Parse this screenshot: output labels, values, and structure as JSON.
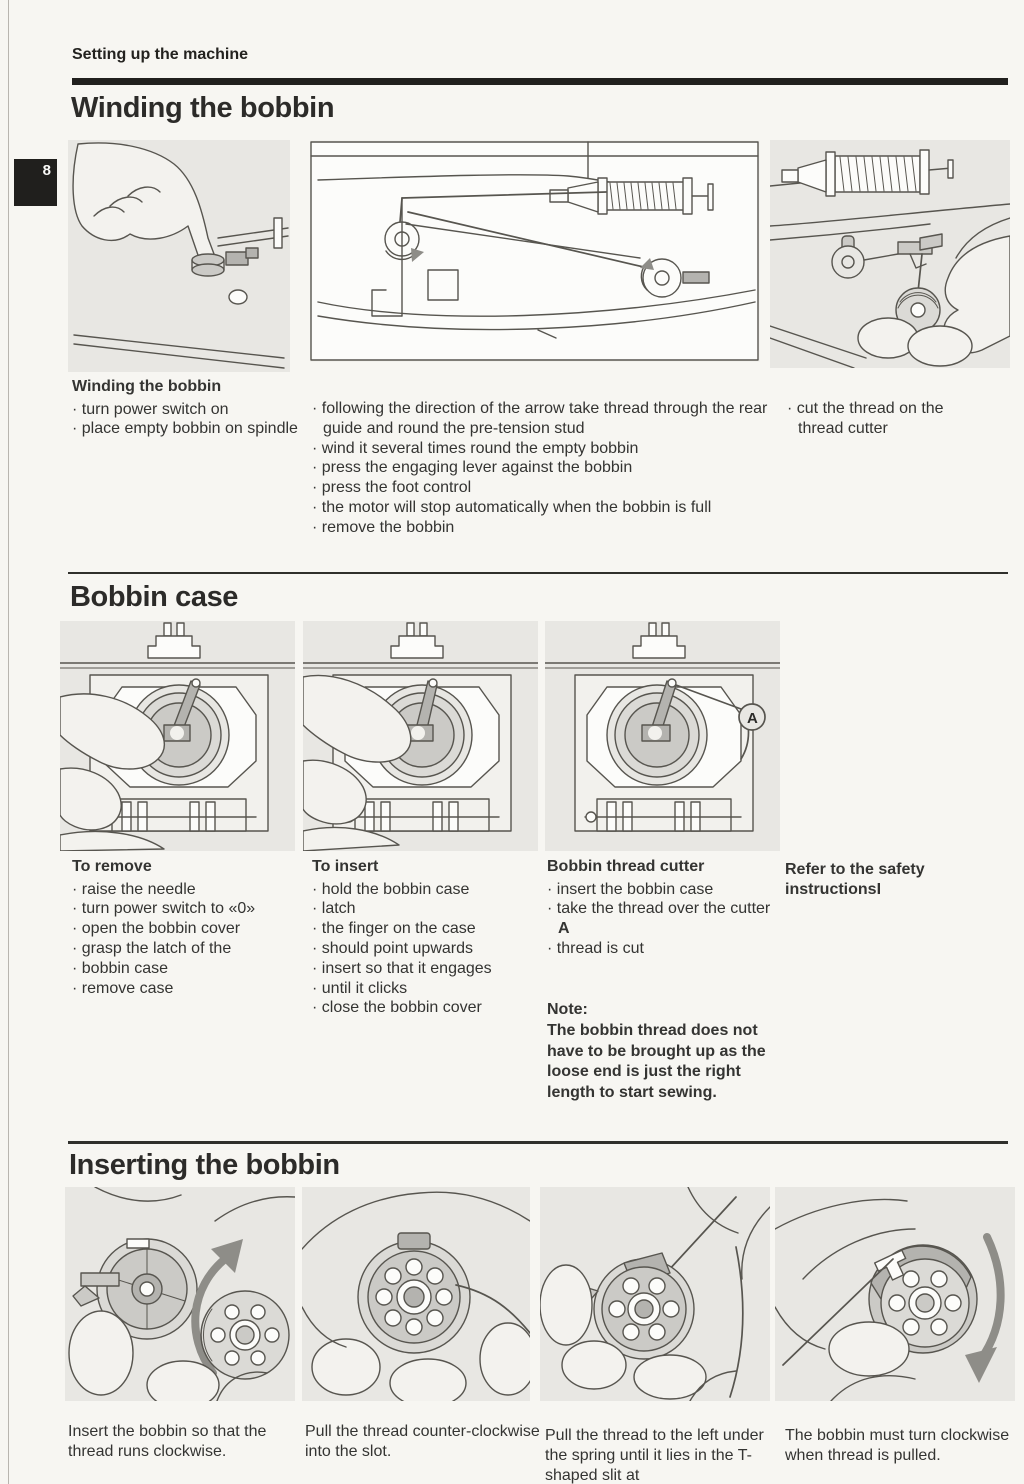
{
  "page": {
    "number": "8",
    "header": "Setting up the machine"
  },
  "winding": {
    "title": "Winding the bobbin",
    "col1_heading": "Winding the bobbin",
    "col1_bullets": [
      "turn power switch on",
      "place empty bobbin on spindle"
    ],
    "col2_bullets": [
      "following the direction of the arrow take thread through the rear guide and round the pre-tension stud",
      "wind it several times round the empty bobbin",
      "press the engaging lever against the bobbin",
      "press the foot control",
      "the motor will stop automatically when the bobbin is full",
      "remove the bobbin"
    ],
    "col3_bullets": [
      "cut the thread on the thread cutter"
    ]
  },
  "bobbin_case": {
    "title": "Bobbin case",
    "diagram_label": "A",
    "remove_heading": "To remove",
    "remove_bullets": [
      "raise the needle",
      "turn power switch to «0»",
      "open the bobbin cover",
      "grasp the latch of the",
      "bobbin case",
      "remove case"
    ],
    "insert_heading": "To insert",
    "insert_bullets": [
      "hold the bobbin case",
      "latch",
      "the finger on the case",
      "should point upwards",
      "insert so that it engages",
      "until it clicks",
      "close the bobbin cover"
    ],
    "cutter_heading": "Bobbin thread cutter",
    "cutter_bullet_1": "insert the bobbin case",
    "cutter_bullet_2": "take the thread over the cutter",
    "cutter_bullet_2_label": "A",
    "cutter_bullet_3": "thread is cut",
    "safety_note": "Refer to the safety instructionsI",
    "note_heading": "Note:",
    "note_body": "The bobbin thread does not have to be brought up as the loose end is just the right length to start sewing."
  },
  "inserting": {
    "title": "Inserting the bobbin",
    "captions": [
      "Insert the bobbin so that the thread runs clockwise.",
      "Pull the thread counter-clockwise into the slot.",
      "Pull the thread to the left under the spring until it lies in the T-shaped slit at",
      "The bobbin must turn clockwise when thread is pulled."
    ]
  }
}
